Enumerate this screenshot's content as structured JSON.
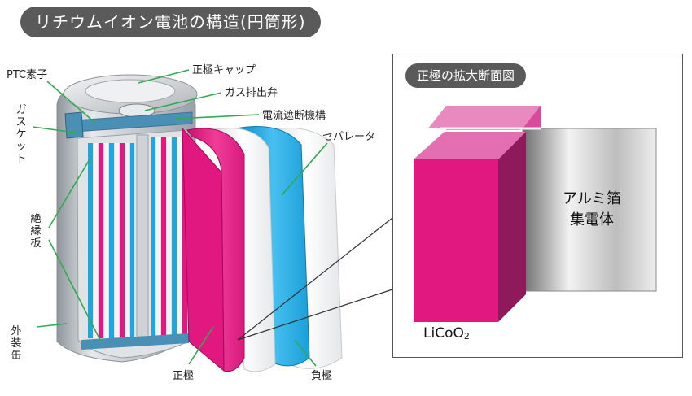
{
  "title": "リチウムイオン電池の構造(円筒形)",
  "labels": {
    "ptc": "PTC素子",
    "positive_cap": "正極キャップ",
    "gas_vent": "ガス排出弁",
    "current_interrupt": "電流遮断機構",
    "gasket": "ガスケット",
    "separator": "セパレータ",
    "insulator": "絶縁板",
    "can": "外装缶",
    "positive": "正極",
    "negative": "負極"
  },
  "detail": {
    "title": "正極の拡大断面図",
    "foil_line1": "アルミ箔",
    "foil_line2": "集電体",
    "material": "LiCoO",
    "material_sub": "2"
  },
  "colors": {
    "magenta": "#e0187f",
    "blue": "#1fa6e0",
    "gray": "#5a5a5a"
  }
}
